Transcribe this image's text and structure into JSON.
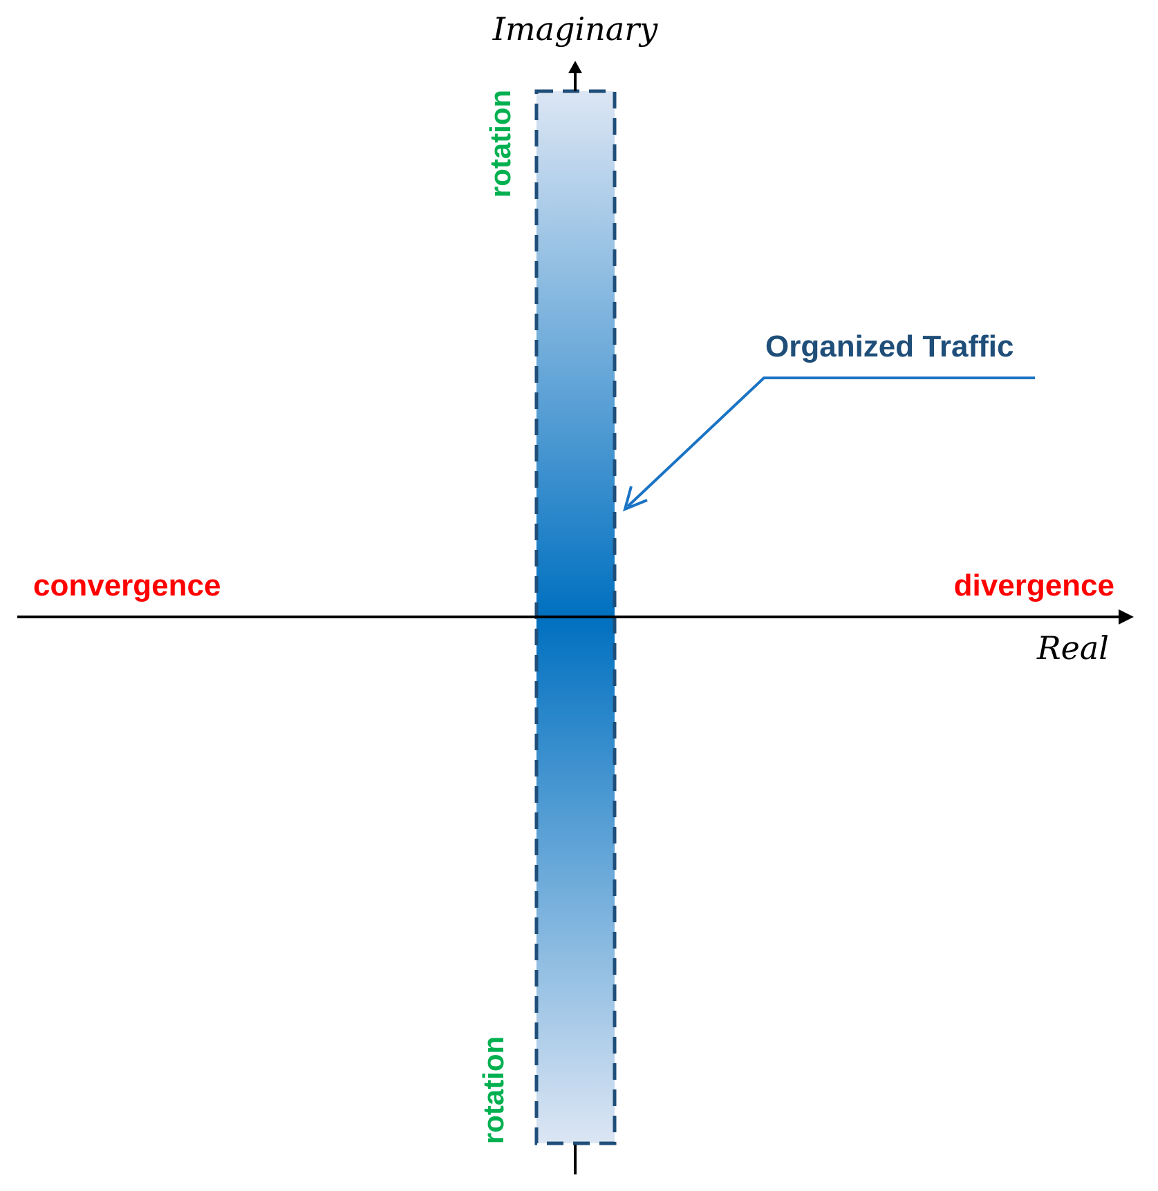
{
  "axes": {
    "imaginary_label": "Imaginary",
    "real_label": "Real"
  },
  "labels": {
    "convergence": "convergence",
    "divergence": "divergence",
    "rotation_top": "rotation",
    "rotation_bottom": "rotation"
  },
  "callout": {
    "text": "Organized Traffic"
  },
  "colors": {
    "axis": "#000000",
    "band_center": "#0070c0",
    "band_edge": "#dce6f4",
    "band_border": "#1f4e79",
    "callout_text": "#1f4e79",
    "callout_line": "#1a73c4",
    "red_label": "#ff0000",
    "green_label": "#00b050"
  }
}
